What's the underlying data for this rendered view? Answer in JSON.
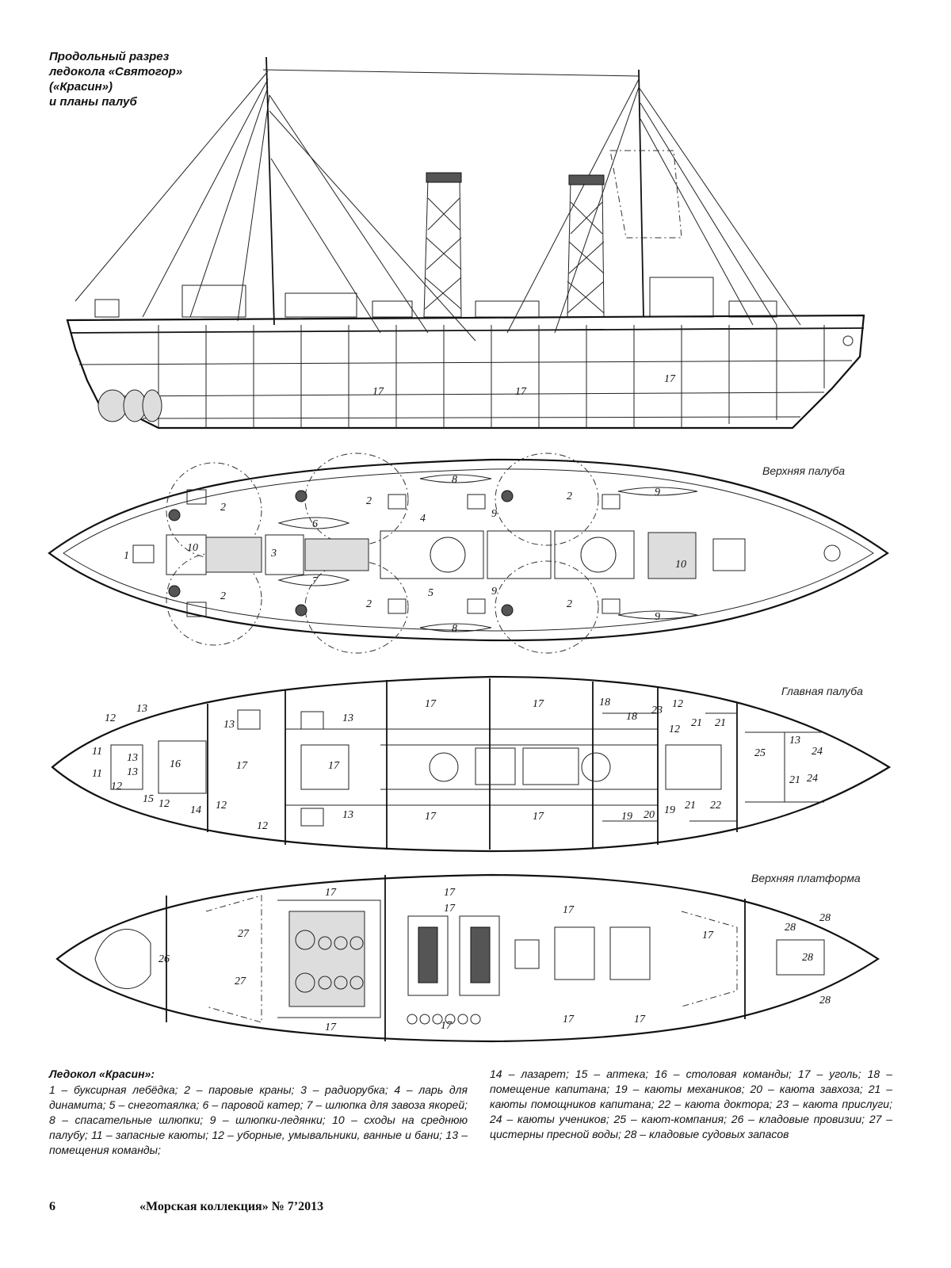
{
  "title": {
    "lines": [
      "Продольный разрез",
      "ледокола «Святогор»",
      "(«Красин»)",
      "и планы палуб"
    ]
  },
  "decks": {
    "upper_deck": "Верхняя палуба",
    "main_deck": "Главная палуба",
    "upper_platform": "Верхняя платформа"
  },
  "legend": {
    "heading": "Ледокол «Красин»:",
    "col1": "1 – буксирная лебёдка; 2 – паровые краны; 3 – радиорубка; 4 – ларь для динамита; 5 – снеготаялка; 6 – паровой катер; 7 – шлюпка для завоза якорей; 8 – спасательные шлюпки; 9 – шлюпки-ледянки; 10 – сходы на среднюю палубу; 11 – запасные каюты; 12 – уборные, умывальники, ванные и бани; 13 – помещения команды;",
    "col2": "14 – лазарет; 15 – аптека; 16 – столовая команды; 17 – уголь; 18 – помещение капитана; 19 – каюты механиков; 20 – каюта завхоза; 21 – каюты помощников капитана; 22 – каюта доктора; 23 – каюта прислуги; 24 – каюты учеников; 25 – кают-компания; 26 – кладовые провизии; 27 – цистерны пресной воды; 28 – кладовые судовых запасов"
  },
  "footer": {
    "page": "6",
    "journal": "«Морская коллекция» № 7’2013"
  },
  "drawing_numbers": {
    "profile": [
      "17",
      "17",
      "17"
    ],
    "upper": [
      "1",
      "2",
      "2",
      "2",
      "2",
      "2",
      "2",
      "3",
      "4",
      "5",
      "6",
      "7",
      "8",
      "8",
      "9",
      "9",
      "9",
      "9",
      "10",
      "10"
    ],
    "main": [
      "12",
      "13",
      "11",
      "11",
      "13",
      "13",
      "16",
      "12",
      "15",
      "12",
      "14",
      "13",
      "17",
      "12",
      "12",
      "13",
      "17",
      "13",
      "17",
      "17",
      "17",
      "17",
      "18",
      "18",
      "23",
      "12",
      "12",
      "21",
      "21",
      "25",
      "13",
      "24",
      "21",
      "24",
      "19",
      "20",
      "19",
      "21",
      "22"
    ],
    "platform": [
      "17",
      "17",
      "27",
      "27",
      "26",
      "17",
      "17",
      "17",
      "17",
      "17",
      "17",
      "17",
      "28",
      "28",
      "28",
      "28"
    ]
  }
}
